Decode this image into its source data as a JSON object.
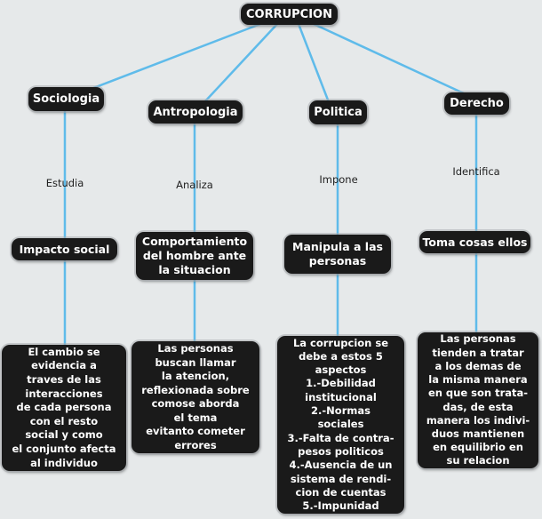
{
  "diagram": {
    "title": "CORRUPCION",
    "colors": {
      "background": "#e6e9ea",
      "node_background": "#1a1a1a",
      "node_text": "#ffffff",
      "connector": "#5fbbea",
      "edge_label_text": "#222222"
    },
    "branches": [
      {
        "topic": "Sociologia",
        "edge_label": "Estudia",
        "concept": "Impacto social",
        "detail": "El cambio se\nevidencia a\ntraves de las\ninteracciones\nde cada persona\ncon el resto\nsocial y como\nel conjunto afecta\nal individuo"
      },
      {
        "topic": "Antropologia",
        "edge_label": "Analiza",
        "concept": "Comportamiento\ndel hombre ante\nla situacion",
        "detail": "Las personas\nbuscan llamar\nla atencion,\nreflexionada sobre\ncomose aborda\nel tema\nevitanto cometer\nerrores"
      },
      {
        "topic": "Politica",
        "edge_label": "Impone",
        "concept": "Manipula a las\npersonas",
        "detail": "La corrupcion se\ndebe a estos 5\naspectos\n1.-Debilidad\ninstitucional\n2.-Normas\nsociales\n3.-Falta de contra-\npesos politicos\n4.-Ausencia de un\nsistema de rendi-\ncion de cuentas\n5.-Impunidad"
      },
      {
        "topic": "Derecho",
        "edge_label": "Identifica",
        "concept": "Toma cosas ellos",
        "detail": "Las personas\ntienden a tratar\na los demas de\nla misma manera\nen que son trata-\ndas, de esta\nmanera los indivi-\nduos mantienen\nen equilibrio en\nsu relacion"
      }
    ]
  }
}
